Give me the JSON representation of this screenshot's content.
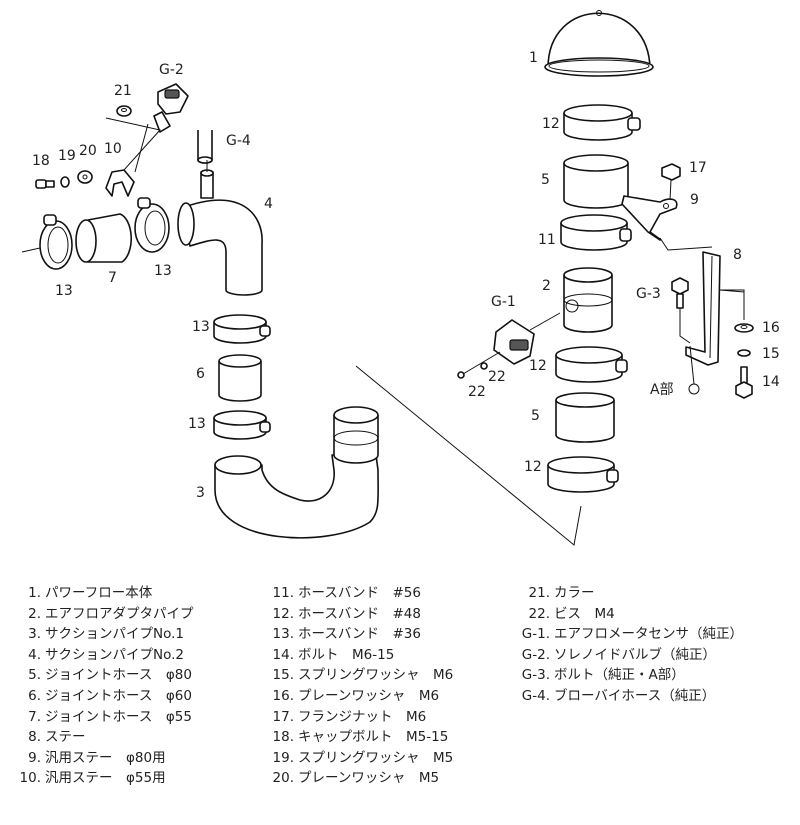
{
  "callouts": {
    "p1": "1",
    "p2": "2",
    "p3": "3",
    "p4": "4",
    "p5a": "5",
    "p5b": "5",
    "p6": "6",
    "p7": "7",
    "p8": "8",
    "p9": "9",
    "p10": "10",
    "p11": "11",
    "p12a": "12",
    "p12b": "12",
    "p12c": "12",
    "p13a": "13",
    "p13b": "13",
    "p13c": "13",
    "p13d": "13",
    "p14": "14",
    "p15": "15",
    "p16": "16",
    "p17": "17",
    "p18": "18",
    "p19": "19",
    "p20": "20",
    "p21": "21",
    "p22a": "22",
    "p22b": "22",
    "g1": "G-1",
    "g2": "G-2",
    "g3": "G-3",
    "g4": "G-4",
    "a_part": "A部"
  },
  "legend": {
    "col1": [
      {
        "num": "1.",
        "text": "パワーフロー本体"
      },
      {
        "num": "2.",
        "text": "エアフロアダプタパイプ"
      },
      {
        "num": "3.",
        "text": "サクションパイプNo.1"
      },
      {
        "num": "4.",
        "text": "サクションパイプNo.2"
      },
      {
        "num": "5.",
        "text": "ジョイントホース　φ80"
      },
      {
        "num": "6.",
        "text": "ジョイントホース　φ60"
      },
      {
        "num": "7.",
        "text": "ジョイントホース　φ55"
      },
      {
        "num": "8.",
        "text": "ステー"
      },
      {
        "num": "9.",
        "text": "汎用ステー　φ80用"
      },
      {
        "num": "10.",
        "text": "汎用ステー　φ55用"
      }
    ],
    "col2": [
      {
        "num": "11.",
        "text": "ホースバンド　#56"
      },
      {
        "num": "12.",
        "text": "ホースバンド　#48"
      },
      {
        "num": "13.",
        "text": "ホースバンド　#36"
      },
      {
        "num": "14.",
        "text": "ボルト　M6-15"
      },
      {
        "num": "15.",
        "text": "スプリングワッシャ　M6"
      },
      {
        "num": "16.",
        "text": "プレーンワッシャ　M6"
      },
      {
        "num": "17.",
        "text": "フランジナット　M6"
      },
      {
        "num": "18.",
        "text": "キャップボルト　M5-15"
      },
      {
        "num": "19.",
        "text": "スプリングワッシャ　M5"
      },
      {
        "num": "20.",
        "text": "プレーンワッシャ　M5"
      }
    ],
    "col3": [
      {
        "num": "21.",
        "text": "カラー"
      },
      {
        "num": "22.",
        "text": "ビス　M4"
      },
      {
        "num": "G-1.",
        "text": "エアフロメータセンサ（純正）"
      },
      {
        "num": "G-2.",
        "text": "ソレノイドバルブ（純正）"
      },
      {
        "num": "G-3.",
        "text": "ボルト（純正・A部）"
      },
      {
        "num": "G-4.",
        "text": "ブローバイホース（純正）"
      }
    ]
  }
}
